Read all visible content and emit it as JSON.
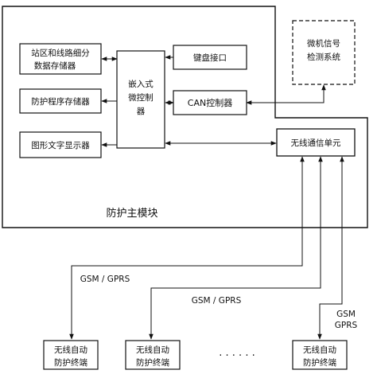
{
  "main_module": {
    "title": "防护主模块",
    "blocks": {
      "station_storage": [
        "站区和线路细分",
        "数据存储器"
      ],
      "program_storage": "防护程序存储器",
      "graphic_display": "图形文字显示器",
      "embedded_mcu": [
        "嵌入式",
        "微控制",
        "器"
      ],
      "keyboard": "键盘接口",
      "can_controller": "CAN控制器",
      "wireless_unit": "无线通信单元"
    }
  },
  "external_system": [
    "微机信号",
    "检测系统"
  ],
  "links": {
    "gsm_1": "GSM / GPRS",
    "gsm_2": "GSM / GPRS",
    "gsm_3": [
      "GSM",
      "GPRS"
    ]
  },
  "terminals": [
    [
      "无线自动",
      "防护终端"
    ],
    [
      "无线自动",
      "防护终端"
    ],
    [
      "无线自动",
      "防护终端"
    ]
  ],
  "ellipsis": "· · · · · ·"
}
